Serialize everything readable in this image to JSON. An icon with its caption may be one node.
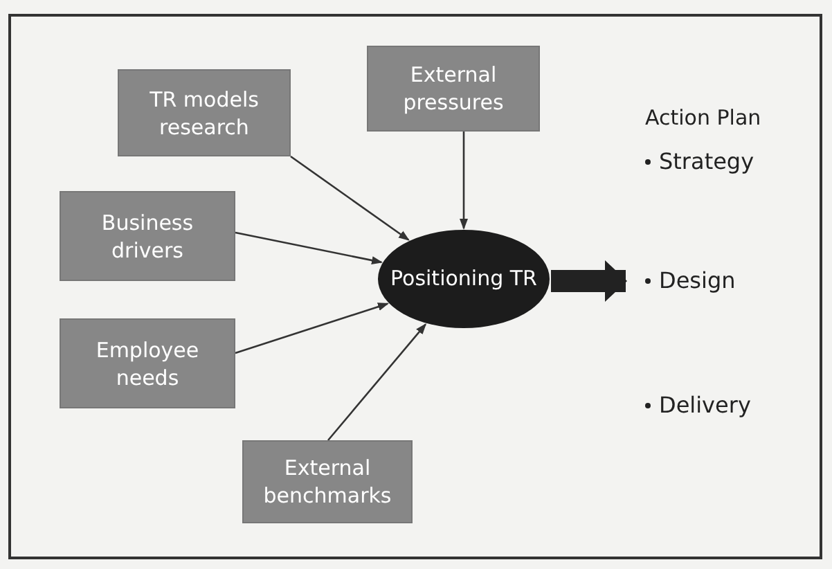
{
  "diagram": {
    "nodes": [
      {
        "text": [
          "TR models research"
        ]
      },
      {
        "text": [
          "External pressures"
        ]
      },
      {
        "text": [
          "Business drivers"
        ]
      },
      {
        "text": [
          "Employee needs"
        ]
      },
      {
        "text": [
          "External benchmarks"
        ]
      },
      {
        "text": [
          "Positioning TR"
        ]
      },
      {
        "text": [
          "Design"
        ]
      }
    ],
    "edges": [
      {
        "from": 0,
        "to": 5,
        "arrow": "to"
      },
      {
        "from": 1,
        "to": 5,
        "arrow": "to"
      },
      {
        "from": 2,
        "to": 5,
        "arrow": "to"
      },
      {
        "from": 3,
        "to": 5,
        "arrow": "to"
      },
      {
        "from": 4,
        "to": 5,
        "arrow": "to"
      },
      {
        "from": 5,
        "to": 6,
        "arrow": "to",
        "style": "thick"
      }
    ],
    "labels": [
      "Action Plan",
      "Strategy",
      "Delivery"
    ]
  }
}
